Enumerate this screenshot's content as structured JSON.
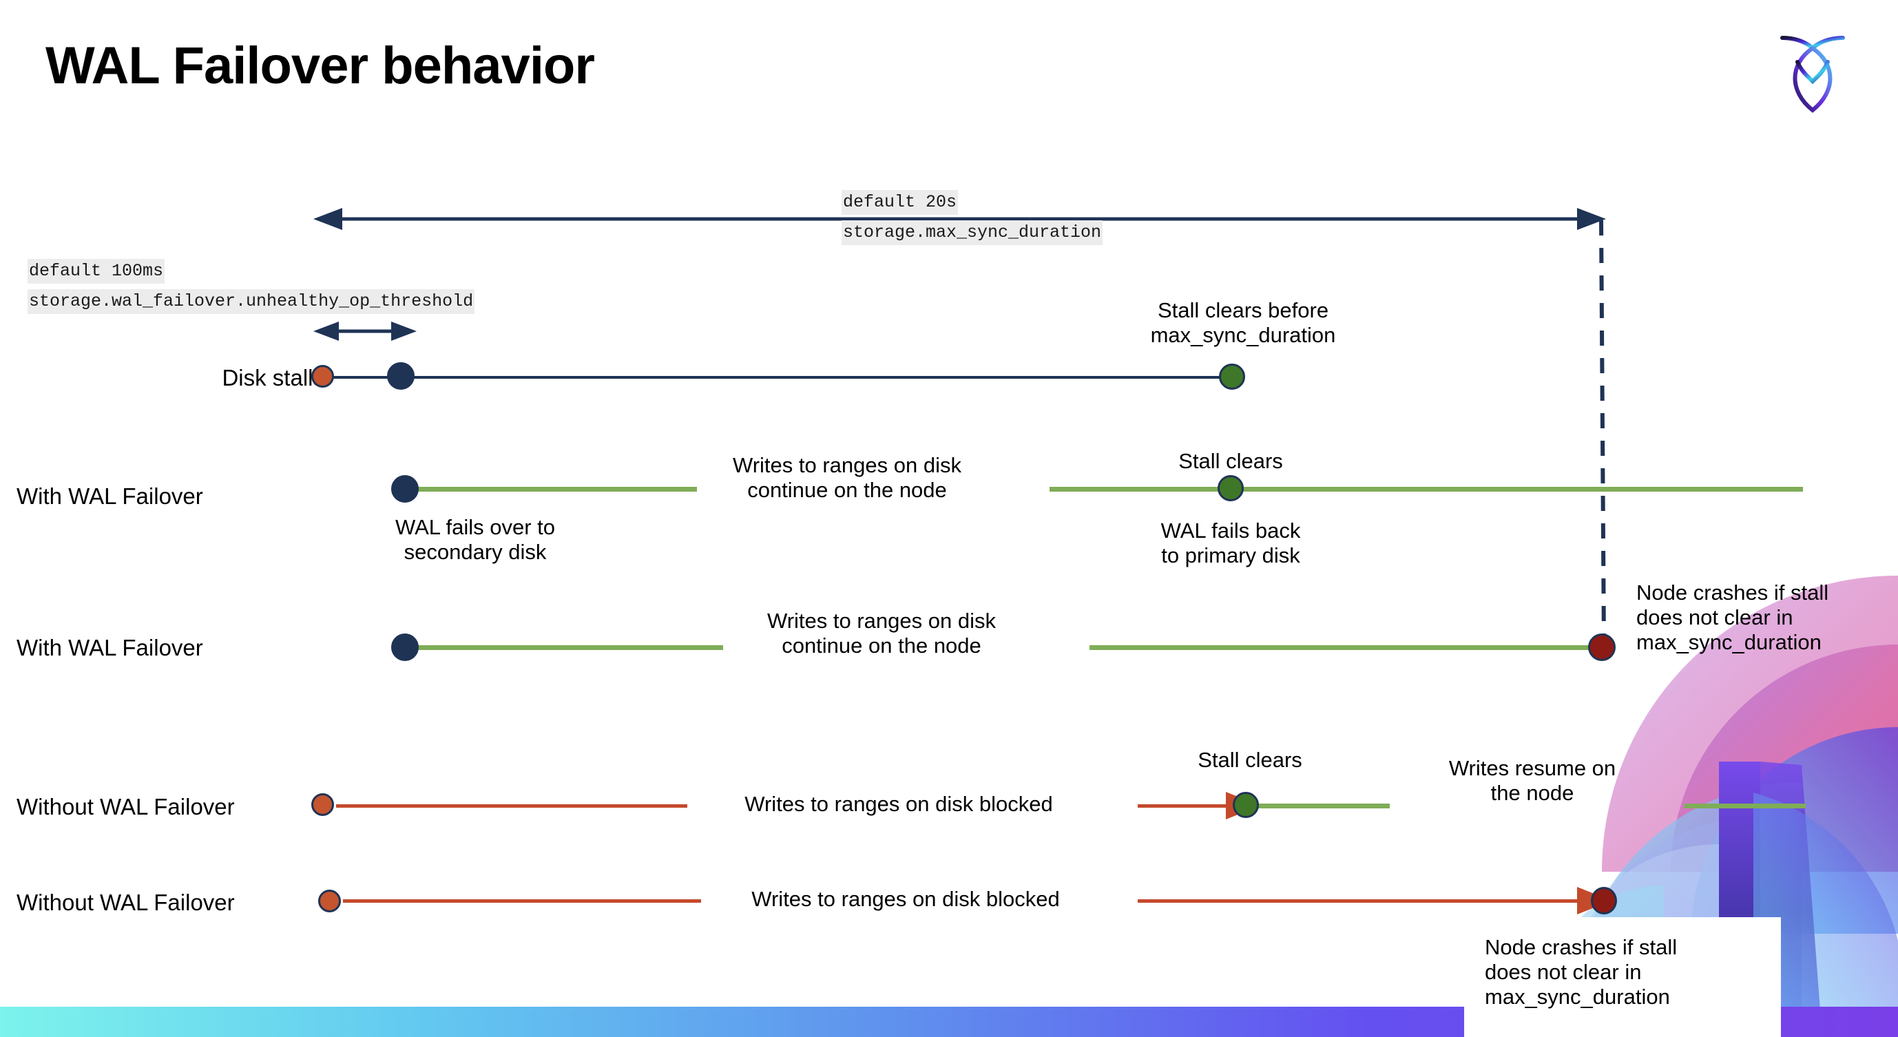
{
  "slide": {
    "title": "WAL Failover behavior",
    "logo_name": "cockroach-labs-logo"
  },
  "colors": {
    "navy": "#1F3355",
    "green_line": "#7FAD57",
    "green_dot": "#3F7729",
    "red_line": "#C44A2B",
    "red_dot": "#C4552F",
    "dark_red_dot": "#8C1B15",
    "code_bg": "#ECECEC",
    "bar_gradient_start": "#7CF3EC",
    "bar_gradient_end": "#7A3FE8"
  },
  "annotations": {
    "max_sync": {
      "default": "default 20s",
      "setting": "storage.max_sync_duration"
    },
    "unhealthy_op": {
      "default": "default 100ms",
      "setting": "storage.wal_failover.unhealthy_op_threshold"
    }
  },
  "rows": [
    {
      "label": "Disk stalls",
      "captions": [
        {
          "text": "Stall clears before\nmax_sync_duration"
        }
      ]
    },
    {
      "label": "With WAL Failover",
      "captions": [
        {
          "text": "Writes to ranges on disk\ncontinue on the node"
        },
        {
          "text": "WAL fails over to\nsecondary disk"
        },
        {
          "text": "Stall clears"
        },
        {
          "text": "WAL fails  back\nto primary disk"
        }
      ]
    },
    {
      "label": "With WAL Failover",
      "captions": [
        {
          "text": "Writes to ranges on disk\ncontinue on the node"
        },
        {
          "text": "Node crashes if stall\ndoes not clear in\nmax_sync_duration"
        }
      ]
    },
    {
      "label": "Without WAL Failover",
      "captions": [
        {
          "text": "Writes to ranges on disk  blocked"
        },
        {
          "text": "Stall clears"
        },
        {
          "text": "Writes resume on\nthe node"
        }
      ]
    },
    {
      "label": "Without WAL Failover",
      "captions": [
        {
          "text": "Writes to ranges on disk  blocked"
        },
        {
          "text": "Node crashes if stall\ndoes not clear in\nmax_sync_duration"
        }
      ]
    }
  ]
}
